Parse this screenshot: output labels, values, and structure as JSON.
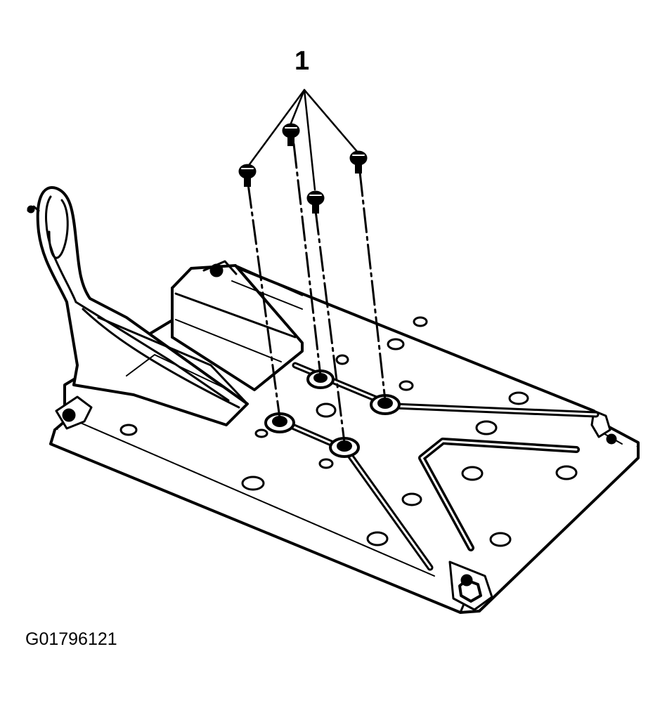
{
  "diagram": {
    "callout_label": "1",
    "figure_code": "G01796121",
    "line_color": "#000000",
    "fill_color": "#ffffff",
    "parts": [
      "screw-fastener",
      "screw-fastener",
      "screw-fastener",
      "screw-fastener",
      "mounting-plate",
      "module-housing",
      "wiring-harness"
    ]
  }
}
